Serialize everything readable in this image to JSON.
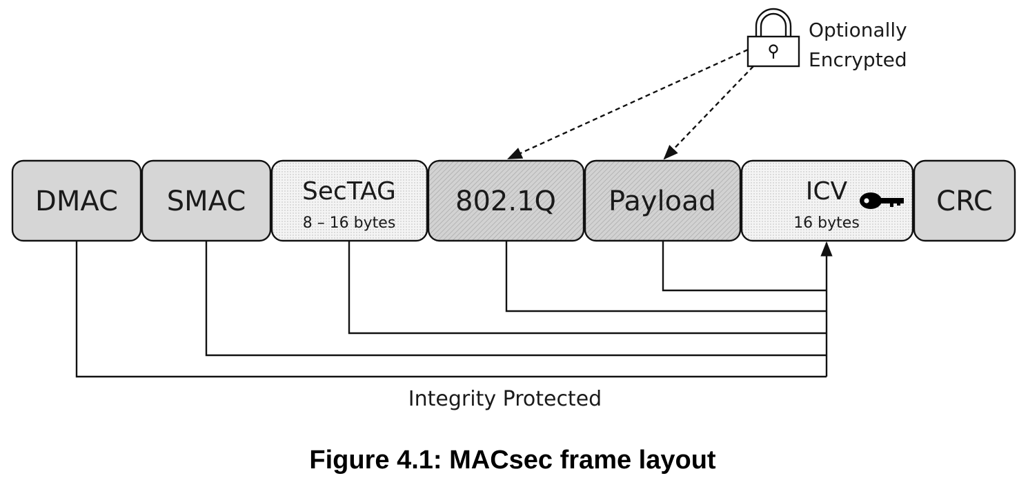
{
  "fields": [
    {
      "key": "dmac",
      "title": "DMAC",
      "subtitle": "",
      "fill": "#d6d6d6",
      "pattern": "solid"
    },
    {
      "key": "smac",
      "title": "SMAC",
      "subtitle": "",
      "fill": "#d6d6d6",
      "pattern": "solid"
    },
    {
      "key": "sectag",
      "title": "SecTAG",
      "subtitle": "8 – 16 bytes",
      "fill": "#f2f2f2",
      "pattern": "dotted"
    },
    {
      "key": "dot1q",
      "title": "802.1Q",
      "subtitle": "",
      "fill": "#c8c8c8",
      "pattern": "hatched"
    },
    {
      "key": "payload",
      "title": "Payload",
      "subtitle": "",
      "fill": "#c8c8c8",
      "pattern": "hatched"
    },
    {
      "key": "icv",
      "title": "ICV",
      "subtitle": "16 bytes",
      "fill": "#f2f2f2",
      "pattern": "dotted"
    },
    {
      "key": "crc",
      "title": "CRC",
      "subtitle": "",
      "fill": "#d6d6d6",
      "pattern": "solid"
    }
  ],
  "encryption_note": {
    "line1": "Optionally",
    "line2": "Encrypted",
    "icon": "padlock-icon"
  },
  "icv_icon": "key-icon",
  "integrity_label": "Integrity Protected",
  "caption": "Figure 4.1: MACsec frame layout"
}
